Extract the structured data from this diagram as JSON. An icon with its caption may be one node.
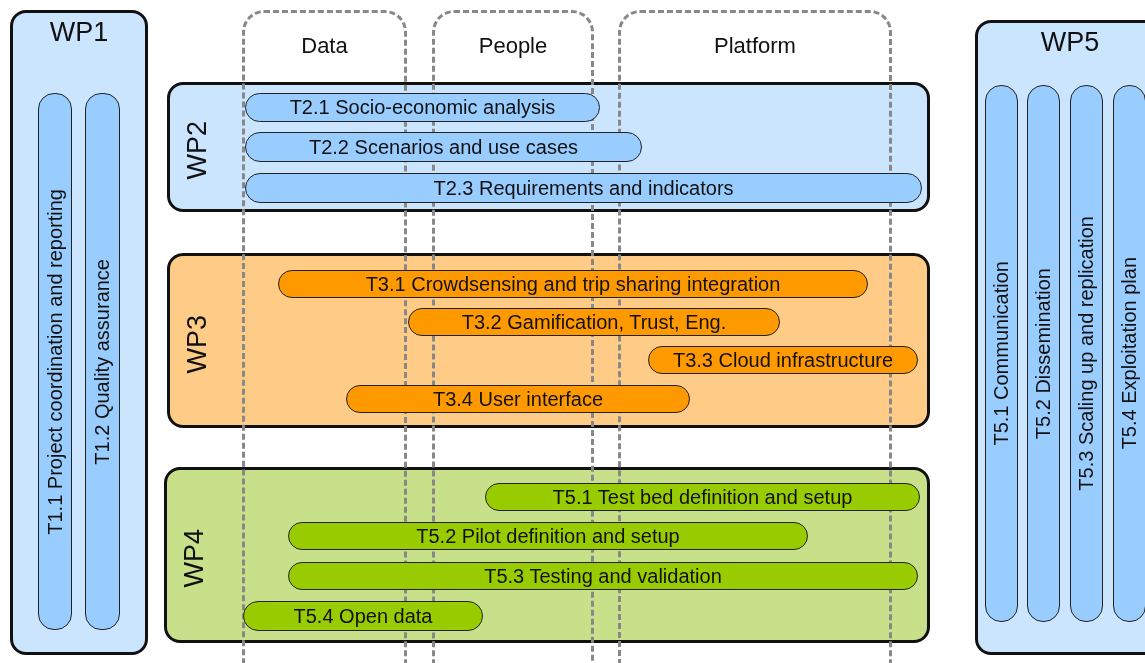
{
  "diagram": {
    "nodes": [
      {
        "text": [
          "WP1"
        ]
      },
      {
        "text": [
          "T1.1 Project coordination and reporting"
        ],
        "in": 0
      },
      {
        "text": [
          "T1.2 Quality assurance"
        ],
        "in": 0
      },
      {
        "text": [
          "Data"
        ]
      },
      {
        "text": [
          "People"
        ]
      },
      {
        "text": [
          "Platform"
        ]
      },
      {
        "text": [
          "WP2"
        ]
      },
      {
        "text": [
          "T2.1 Socio-economic analysis"
        ],
        "in": 6
      },
      {
        "text": [
          "T2.2 Scenarios and use cases"
        ],
        "in": 6
      },
      {
        "text": [
          "T2.3 Requirements and indicators"
        ],
        "in": 6
      },
      {
        "text": [
          "WP3"
        ]
      },
      {
        "text": [
          "T3.1 Crowdsensing and trip sharing integration"
        ],
        "in": 10
      },
      {
        "text": [
          "T3.2 Gamification, Trust, Eng."
        ],
        "in": 10
      },
      {
        "text": [
          "T3.3 Cloud infrastructure"
        ],
        "in": 10
      },
      {
        "text": [
          "T3.4 User interface"
        ],
        "in": 10
      },
      {
        "text": [
          "WP4"
        ]
      },
      {
        "text": [
          "T5.1 Test bed definition and setup"
        ],
        "in": 15
      },
      {
        "text": [
          "T5.2 Pilot definition and setup"
        ],
        "in": 15
      },
      {
        "text": [
          "T5.3 Testing and validation"
        ],
        "in": 15
      },
      {
        "text": [
          "T5.4 Open data"
        ],
        "in": 15
      },
      {
        "text": [
          "WP5"
        ]
      },
      {
        "text": [
          "T5.1 Communication"
        ],
        "in": 20
      },
      {
        "text": [
          "T5.2 Dissemination"
        ],
        "in": 20
      },
      {
        "text": [
          "T5.3 Scaling up and replication"
        ],
        "in": 20
      },
      {
        "text": [
          "T5.4 Exploitation plan"
        ],
        "in": 20
      }
    ],
    "edges": []
  }
}
